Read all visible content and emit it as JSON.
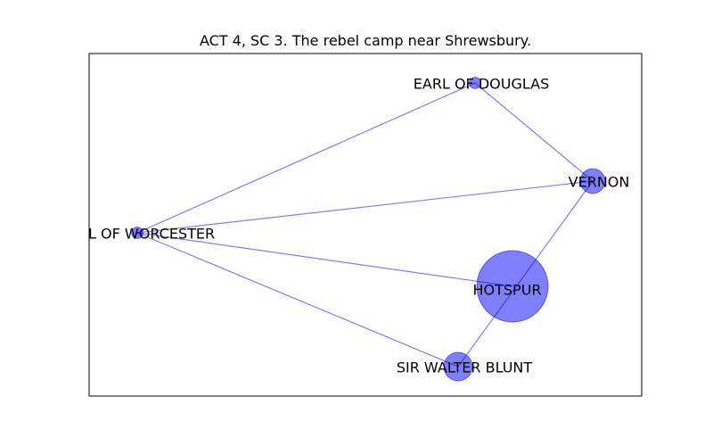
{
  "title": "ACT 4, SC 3. The rebel camp near Shrewsbury.",
  "colors": {
    "node": "#0000ff",
    "edge": "#0000ff",
    "frame": "#000000"
  },
  "nodes": [
    {
      "id": "douglas",
      "label": "EARL OF DOUGLAS",
      "weight": 1
    },
    {
      "id": "vernon",
      "label": "VERNON",
      "weight": 3
    },
    {
      "id": "worcester",
      "label": "EARL OF WORCESTER",
      "weight": 1
    },
    {
      "id": "hotspur",
      "label": "HOTSPUR",
      "weight": 25
    },
    {
      "id": "blunt",
      "label": "SIR WALTER BLUNT",
      "weight": 4
    }
  ],
  "edges": [
    {
      "source": "worcester",
      "target": "douglas"
    },
    {
      "source": "douglas",
      "target": "vernon"
    },
    {
      "source": "worcester",
      "target": "vernon"
    },
    {
      "source": "worcester",
      "target": "hotspur"
    },
    {
      "source": "worcester",
      "target": "blunt"
    },
    {
      "source": "vernon",
      "target": "blunt"
    }
  ]
}
